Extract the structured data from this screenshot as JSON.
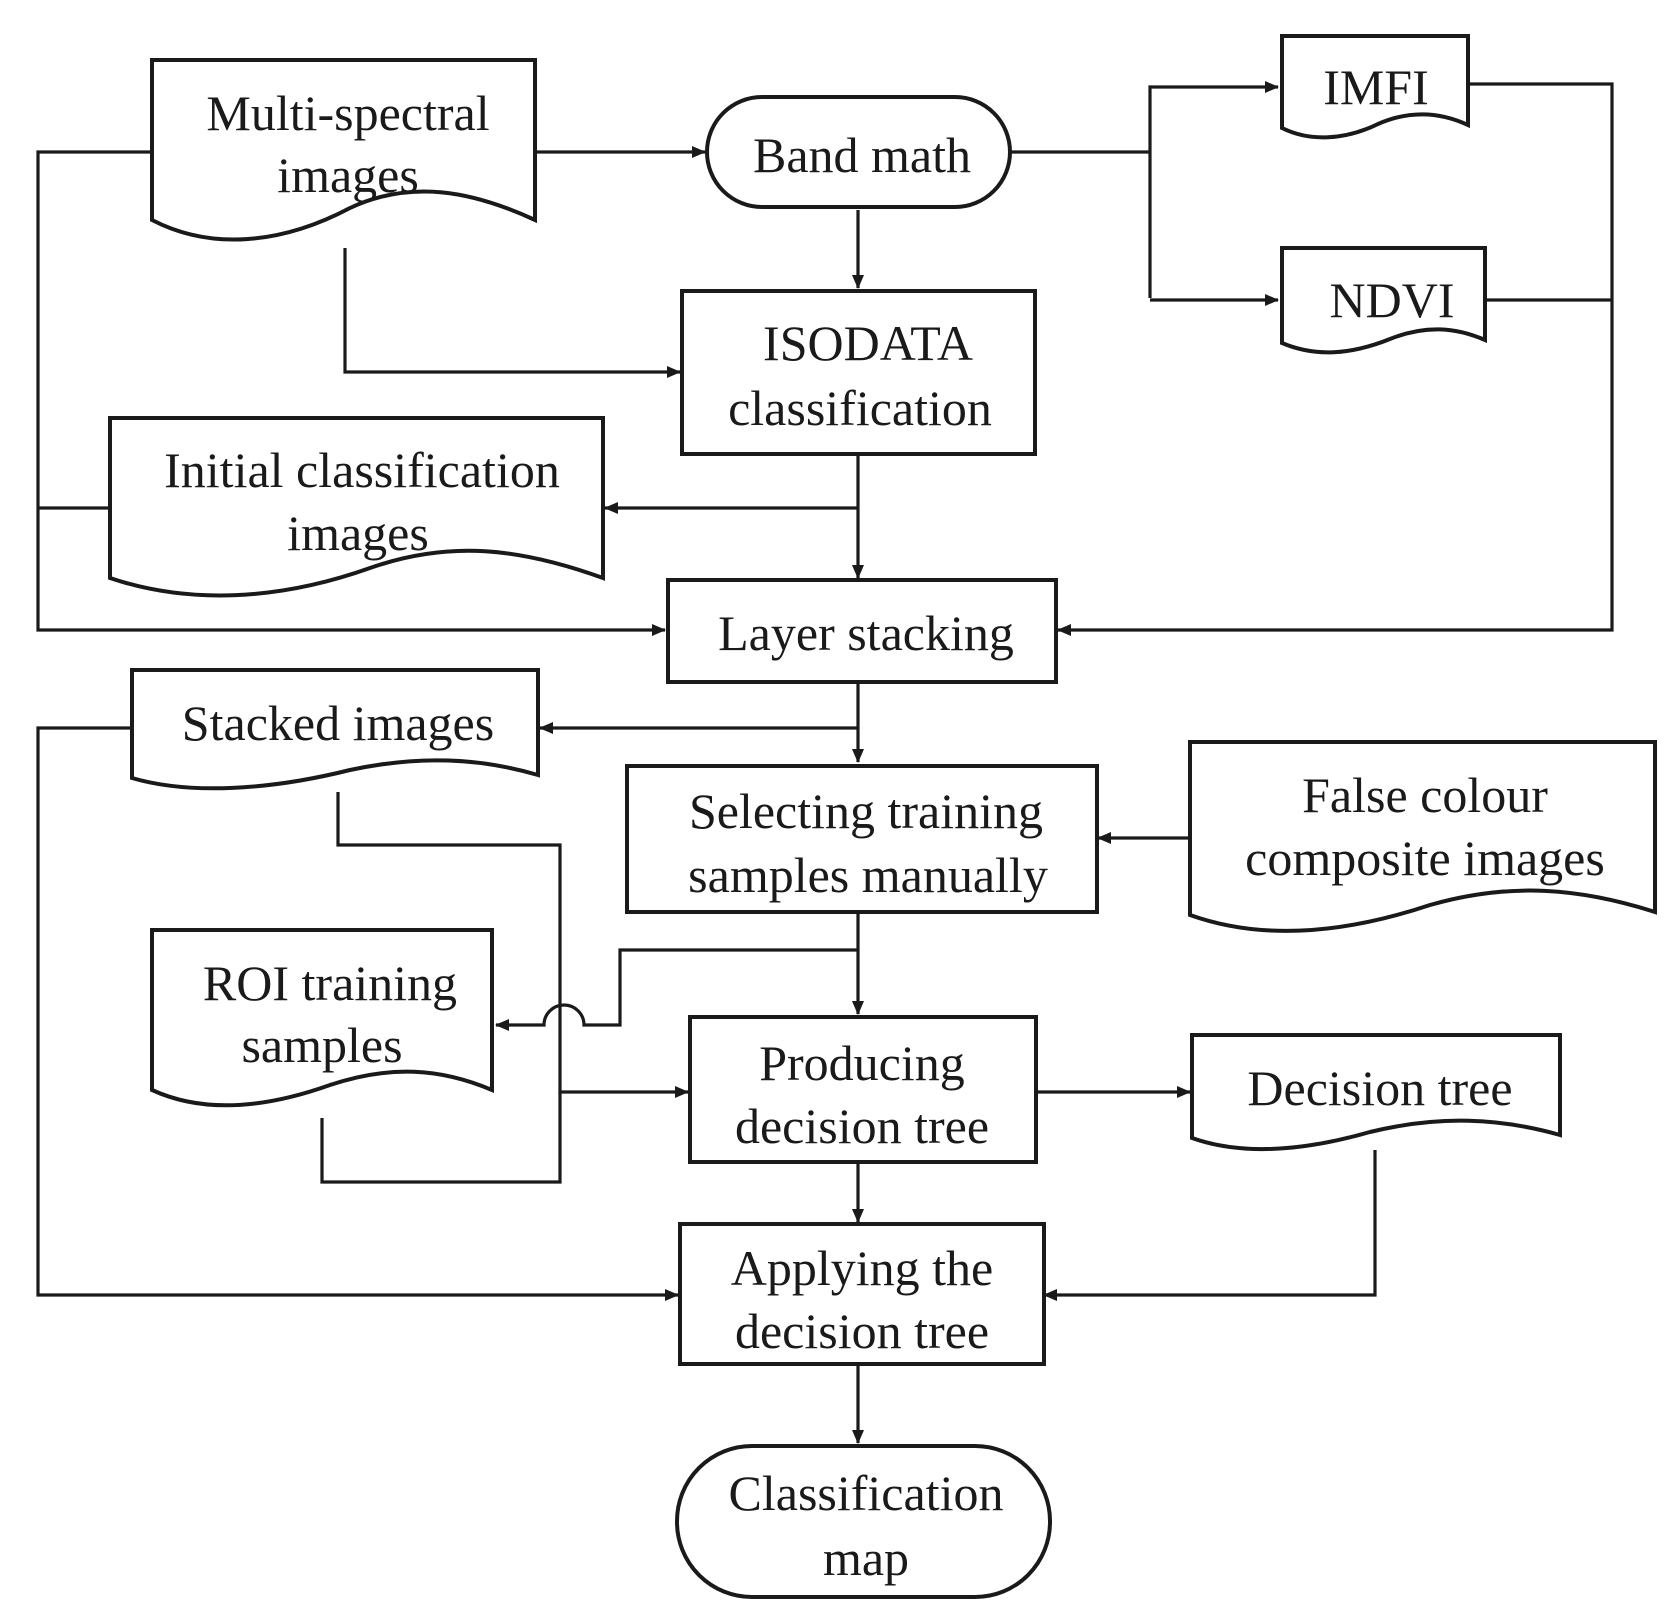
{
  "diagram": {
    "multispectral": [
      "Multi-spectral",
      "images"
    ],
    "band_math": "Band math",
    "imfi": "IMFI",
    "ndvi": "NDVI",
    "isodata": [
      "ISODATA",
      "classification"
    ],
    "initial_classification": [
      "Initial classification",
      "images"
    ],
    "layer_stacking": "Layer stacking",
    "stacked_images": "Stacked images",
    "selecting_training": [
      "Selecting training",
      "samples manually"
    ],
    "false_colour": [
      "False colour",
      "composite images"
    ],
    "roi_training": [
      "ROI training",
      "samples"
    ],
    "producing_tree": [
      "Producing",
      "decision tree"
    ],
    "decision_tree": "Decision tree",
    "applying_tree": [
      "Applying the",
      "decision tree"
    ],
    "classification_map": [
      "Classification",
      "map"
    ]
  }
}
